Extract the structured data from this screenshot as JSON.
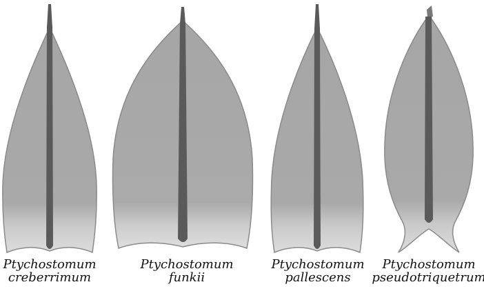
{
  "figure": {
    "panels": [
      {
        "genus": "Ptychostomum",
        "epithet": "creberrimum"
      },
      {
        "genus": "Ptychostomum",
        "epithet": "funkii"
      },
      {
        "genus": "Ptychostomum",
        "epithet": "pallescens"
      },
      {
        "genus": "Ptychostomum",
        "epithet": "pseudotriquetrum"
      }
    ],
    "colors": {
      "leaf_fill": "#a9a9a9",
      "leaf_base_fill": "#d6d6d6",
      "leaf_outline": "#8a8a8a",
      "costa": "#5a5a5a"
    }
  }
}
